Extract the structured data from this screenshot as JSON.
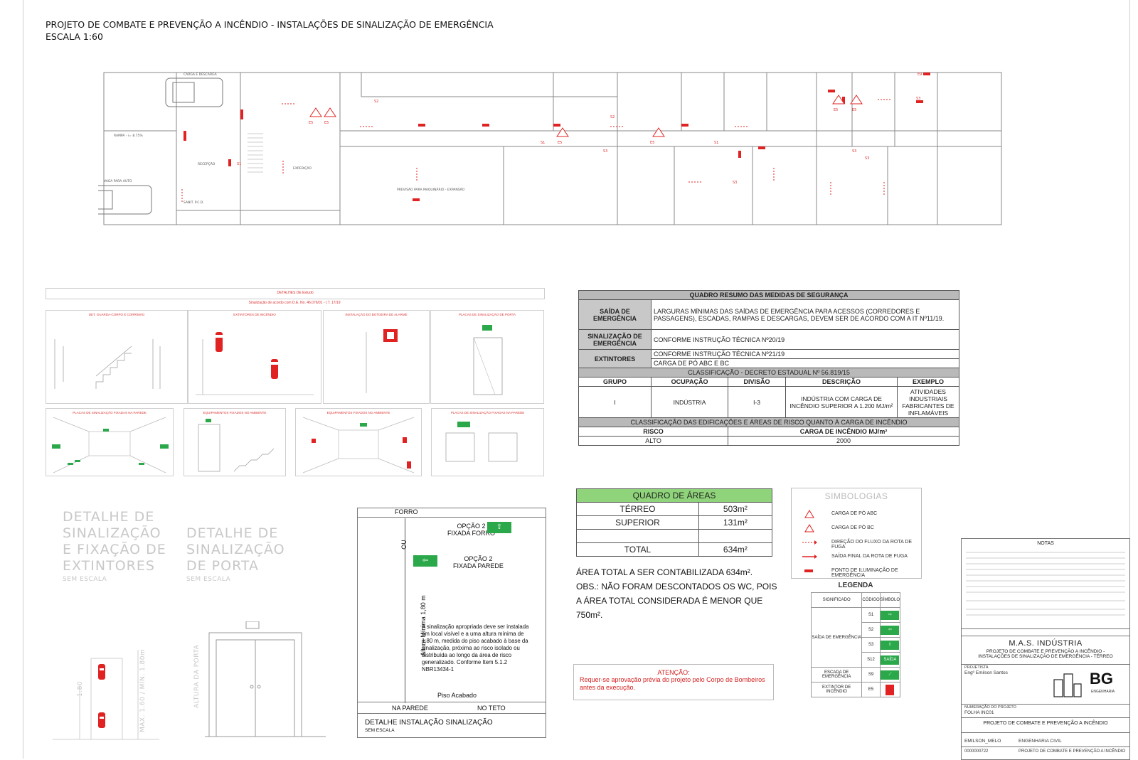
{
  "header": {
    "title": "PROJETO DE COMBATE E PREVENÇÃO A INCÊNDIO - INSTALAÇÕES DE SINALIZAÇÃO DE EMERGÊNCIA",
    "scale": "ESCALA 1:60"
  },
  "plan": {
    "labels": {
      "carga": "CARGA E DESCARGA",
      "rampa": "RAMPA - i= 8.75%",
      "vaga": "VAGA PARA AUTO",
      "recepcao": "RECEPÇÃO",
      "expedicao": "EXPEDIÇÃO",
      "previsao": "PREVISÃO PARA MAQUINÁRIO - EXPANSÃO",
      "sanit": "SANIT. P.C.D."
    },
    "codes": [
      "S2",
      "E5",
      "E5",
      "S1",
      "E5",
      "E5",
      "S2",
      "S3",
      "S1",
      "S3",
      "S1",
      "S3",
      "E5",
      "E5",
      "S3",
      "S2",
      "S3"
    ]
  },
  "details": {
    "strip": "DETALHES DE Estudo",
    "sub": "Sinalização de acordo com D.E. No. 46.076/01 - I.T. 17/19",
    "panels": [
      "DET. GUARDA-CORPO E CORRIMÃO",
      "EXTINTORES DE INCÊNDIO",
      "INSTALAÇÃO DO BOTOEIRA DE ALARME",
      "PLACAS DE SINALIZAÇÃO DE PORTA",
      "PLACAS DE SINALIZAÇÃO FIXADAS NA PAREDE",
      "EQUIPAMENTOS FIXADOS NO AMBIENTE",
      "EQUIPAMENTOS FIXADOS NO AMBIENTE",
      "PLACAS DE SINALIZAÇÃO FIXADAS NA PAREDE"
    ]
  },
  "summary": {
    "title": "QUADRO RESUMO DAS MEDIDAS DE SEGURANÇA",
    "rows": [
      {
        "label": "SAÍDA DE EMERGÊNCIA",
        "text": "LARGURAS MÍNIMAS DAS SAÍDAS DE EMERGÊNCIA PARA ACESSOS (CORREDORES E PASSAGENS), ESCADAS, RAMPAS E DESCARGAS, DEVEM SER DE ACORDO COM A IT Nº11/19."
      },
      {
        "label": "SINALIZAÇÃO DE EMERGÊNCIA",
        "text": "CONFORME INSTRUÇÃO TÉCNICA Nº20/19"
      },
      {
        "label": "EXTINTORES",
        "text": "CONFORME INSTRUÇÃO TÉCNICA Nº21/19",
        "text2": "CARGA DE PÓ ABC E BC"
      }
    ],
    "classificacao": "CLASSIFICAÇÃO - DECRETO ESTADUAL Nº 56.819/15",
    "cols": [
      "GRUPO",
      "OCUPAÇÃO",
      "DIVISÃO",
      "DESCRIÇÃO",
      "EXEMPLO"
    ],
    "vals": [
      "I",
      "INDÚSTRIA",
      "I-3",
      "INDÚSTRIA COM CARGA DE INCÊNDIO SUPERIOR A 1.200 MJ/m²",
      "ATIVIDADES INDUSTRIAIS FABRICANTES DE INFLAMÁVEIS"
    ],
    "risco_title": "CLASSIFICAÇÃO DAS EDIFICAÇÕES E ÁREAS DE RISCO QUANTO À CARGA DE INCÊNDIO",
    "risco_cols": [
      "RISCO",
      "CARGA DE INCÊNDIO MJ/m²"
    ],
    "risco_vals": [
      "ALTO",
      "2000"
    ]
  },
  "areas": {
    "title": "QUADRO DE ÁREAS",
    "rows": [
      {
        "name": "TÉRREO",
        "value": "503m²"
      },
      {
        "name": "SUPERIOR",
        "value": "131m²"
      },
      {
        "name": "",
        "value": ""
      },
      {
        "name": "TOTAL",
        "value": "634m²"
      }
    ],
    "note1": "ÁREA TOTAL A SER CONTABILIZADA 634m².",
    "note2": "OBS.: NÃO FORAM DESCONTADOS OS WC, POIS A ÁREA TOTAL CONSIDERADA É MENOR QUE 750m²."
  },
  "simbologias": {
    "title": "SIMBOLOGIAS",
    "items": [
      "CARGA DE PÓ ABC",
      "CARGA DE PÓ BC",
      "DIREÇÃO DO FLUXO DA ROTA DE FUGA",
      "SAÍDA FINAL DA ROTA DE FUGA",
      "PONTO DE ILUMINAÇÃO DE EMERGÊNCIA"
    ]
  },
  "legenda": {
    "title": "LEGENDA",
    "cols": [
      "SIGNIFICADO",
      "CÓDIGO",
      "SÍMBOLO"
    ],
    "group1": "SAÍDA DE EMERGÊNCIA",
    "group2": "ESCADA DE EMERGÊNCIA",
    "group3": "EXTINTOR DE INCÊNDIO",
    "codes": [
      "S1",
      "S2",
      "S3",
      "S12",
      "S9",
      "E5"
    ],
    "saida": "SAÍDA"
  },
  "atencao": {
    "title": "ATENÇÃO:",
    "line1": "Requer-se aprovação prévia do projeto pelo Corpo de Bombeiros",
    "line2": "antes da execução."
  },
  "captions": {
    "extintores": [
      "DETALHE DE",
      "SINALIZAÇÃO",
      "E FIXAÇÃO DE",
      "EXTINTORES"
    ],
    "porta": [
      "DETALHE DE",
      "SINALIZAÇÃO",
      "DE PORTA"
    ],
    "sem_escala": "SEM ESCALA",
    "ext_dim1": "1.80",
    "ext_dim2": "MÁX. 1.60 / MÍN. 1.80m",
    "porta_dim": "ALTURA DA PORTA"
  },
  "instalacao": {
    "forro": "FORRO",
    "opcao2_forro_a": "OPÇÃO 2",
    "opcao2_forro_b": "FIXADA FORRO",
    "opcao2_parede_a": "OPÇÃO 2",
    "opcao2_parede_b": "FIXADA PAREDE",
    "ou": "OU",
    "altura": "Altura Mínima 1,80 m",
    "texto": "A sinalização apropriada deve ser instalada em local visível e a uma altura mínima de 1,80 m, medida do piso acabado à base da sinalização, próxima ao risco isolado ou distribuída ao longo da área de risco generalizado. Conforme Item 5.1.2 NBR13434-1",
    "piso": "Piso Acabado",
    "na_parede": "NA PAREDE",
    "no_teto": "NO TETO",
    "titulo": "DETALHE INSTALAÇÃO SINALIZAÇÃO",
    "sem_escala": "SEM ESCALA"
  },
  "titleblock": {
    "notas": "NOTAS",
    "company": "M.A.S. INDÚSTRIA",
    "project": "PROJETO DE COMBATE E PREVENÇÃO A INCÊNDIO - INSTALAÇÕES DE SINALIZAÇÃO DE EMERGÊNCIA - TÉRREO",
    "projetista_label": "PROJETISTA",
    "projetista": "Engº Emilson Santos",
    "folha_label": "NUMERAÇÃO DO PROJETO",
    "folha": "FOLHA INC01",
    "footer": "PROJETO DE COMBATE E PREVENÇÃO A INCÊNDIO",
    "resp": "EMILSON_MELO",
    "especialidade": "ENGENHARIA CIVIL",
    "numero": "0000000722",
    "tipo": "PROJETO DE COMBATE E PREVENÇÃO A INCÊNDIO",
    "logo": "BG",
    "logo_sub": "ENGENHARIA"
  },
  "colors": {
    "red": "#e02222",
    "green": "#2aa84a",
    "area_header": "#8fd47a",
    "table_header": "#b9b9b9",
    "caption_gray": "#c8c8c8"
  }
}
